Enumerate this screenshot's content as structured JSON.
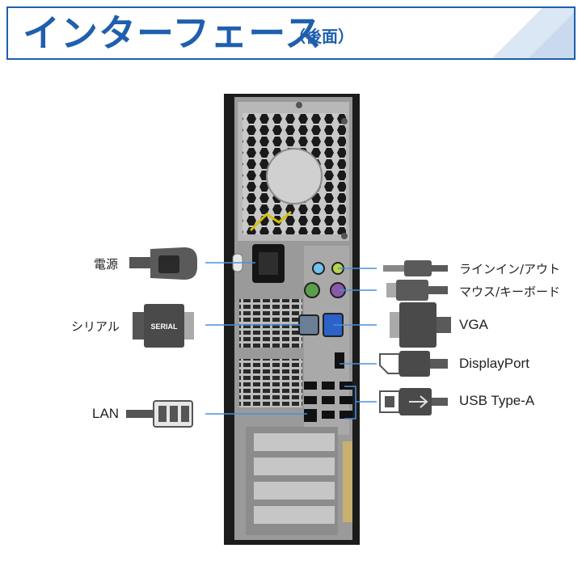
{
  "title": {
    "main": "インターフェース",
    "sub": "（後面）"
  },
  "labels_left": {
    "power": "電源",
    "serial": "シリアル",
    "lan": "LAN"
  },
  "labels_right": {
    "audio": "ラインイン/アウト",
    "ps2": "マウス/キーボード",
    "vga": "VGA",
    "displayport": "DisplayPort",
    "usb": "USB Type-A"
  },
  "serial_plug_text": "SERIAL",
  "colors": {
    "accent": "#1f5fae",
    "leader_line": "#4a90d9",
    "case": "#1c1c1c",
    "panel": "#9a9a9a"
  }
}
